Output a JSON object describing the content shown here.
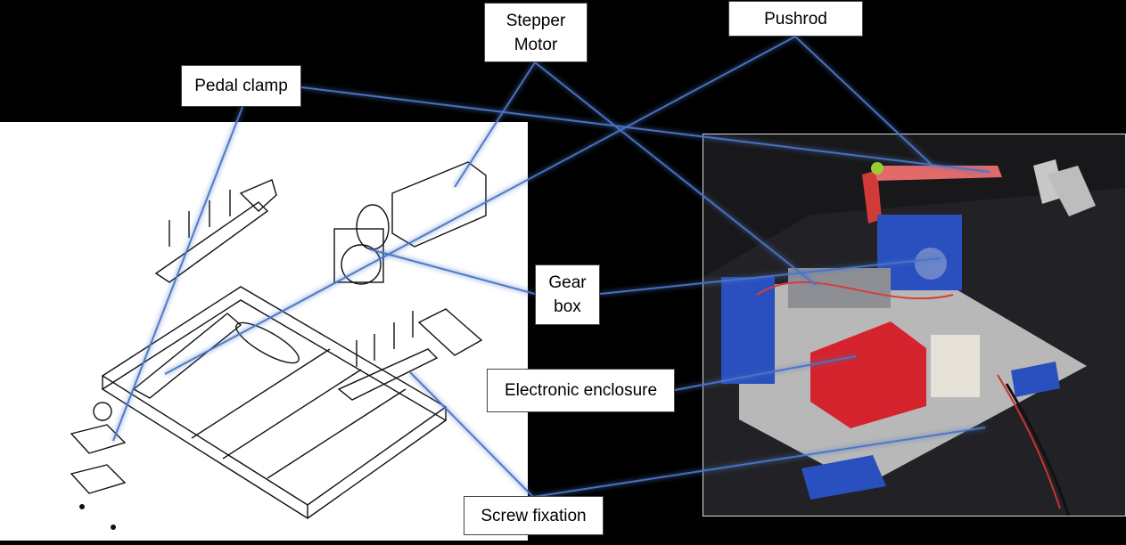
{
  "callouts": {
    "pedal_clamp": "Pedal clamp",
    "stepper_motor": "Stepper\nMotor",
    "pushrod": "Pushrod",
    "gear_box": "Gear\nbox",
    "electronic_enclosure": "Electronic enclosure",
    "screw_fixation": "Screw fixation"
  },
  "colors": {
    "leader_line": "#4a74c4",
    "background": "#000000",
    "cad_background": "#ffffff"
  }
}
